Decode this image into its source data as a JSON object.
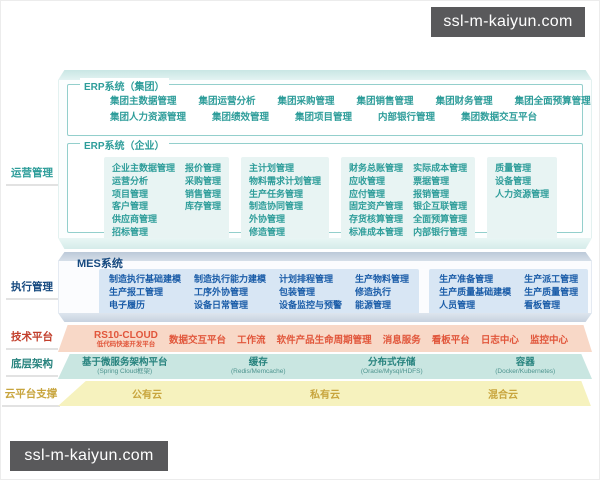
{
  "watermark": {
    "text": "ssl-m-kaiyun.com"
  },
  "left_labels": {
    "operations": "运营管理",
    "execution": "执行管理",
    "tech": "技术平台",
    "infra": "底层架构",
    "cloud": "云平台支撑"
  },
  "erp_group": {
    "title": "ERP系统（集团）",
    "row1": [
      "集团主数据管理",
      "集团运营分析",
      "集团采购管理",
      "集团销售管理",
      "集团财务管理",
      "集团全面预算管理"
    ],
    "row2": [
      "集团人力资源管理",
      "集团绩效管理",
      "集团项目管理",
      "内部银行管理",
      "集团数据交互平台"
    ]
  },
  "erp_enterprise": {
    "title": "ERP系统（企业）",
    "groups": [
      {
        "columns": [
          [
            "企业主数据管理",
            "运营分析",
            "项目管理",
            "客户管理",
            "供应商管理",
            "招标管理"
          ],
          [
            "报价管理",
            "采购管理",
            "销售管理",
            "库存管理"
          ]
        ]
      },
      {
        "columns": [
          [
            "主计划管理",
            "物料需求计划管理",
            "生产任务管理",
            "制造协同管理",
            "外协管理",
            "修造管理"
          ]
        ]
      },
      {
        "columns": [
          [
            "财务总账管理",
            "应收管理",
            "应付管理",
            "固定资产管理",
            "存货核算管理",
            "标准成本管理"
          ],
          [
            "实际成本管理",
            "票据管理",
            "报销管理",
            "银企互联管理",
            "全面预算管理",
            "内部银行管理"
          ]
        ]
      },
      {
        "columns": [
          [
            "质量管理",
            "设备管理",
            "人力资源管理"
          ]
        ]
      }
    ]
  },
  "mes": {
    "title": "MES系统",
    "groups": [
      {
        "columns": [
          [
            "制造执行基础建模",
            "生产报工管理",
            "电子履历"
          ],
          [
            "制造执行能力建模",
            "工序外协管理",
            "设备日常管理"
          ],
          [
            "计划排程管理",
            "包装管理",
            "设备监控与预警"
          ],
          [
            "生产物料管理",
            "修造执行",
            "能源管理"
          ]
        ]
      },
      {
        "columns": [
          [
            "生产准备管理",
            "生产质量基础建模",
            "人员管理"
          ],
          [
            "生产派工管理",
            "生产质量管理",
            "看板管理"
          ]
        ]
      }
    ]
  },
  "tech_platform": {
    "items": [
      {
        "label": "RS10-CLOUD",
        "sub": "低代码快速开发平台"
      },
      {
        "label": "数据交互平台"
      },
      {
        "label": "工作流"
      },
      {
        "label": "软件产品生命周期管理"
      },
      {
        "label": "消息服务"
      },
      {
        "label": "看板平台"
      },
      {
        "label": "日志中心"
      },
      {
        "label": "监控中心"
      }
    ]
  },
  "base_arch": {
    "items": [
      {
        "label": "基于微服务架构平台",
        "sub": "(Spring Cloud框架)"
      },
      {
        "label": "缓存",
        "sub": "(Redis/Memcache)"
      },
      {
        "label": "分布式存储",
        "sub": "(Oracle/Mysql/HDFS)"
      },
      {
        "label": "容器",
        "sub": "(Docker/Kubernetes)"
      }
    ]
  },
  "cloud_support": {
    "items": [
      "公有云",
      "私有云",
      "混合云"
    ]
  },
  "colors": {
    "teal": "#2e9d9a",
    "navy": "#16497f",
    "red": "#e1563b",
    "teal_dark": "#27837e",
    "gold": "#c8a53e",
    "watermark_bg": "#59595b"
  }
}
